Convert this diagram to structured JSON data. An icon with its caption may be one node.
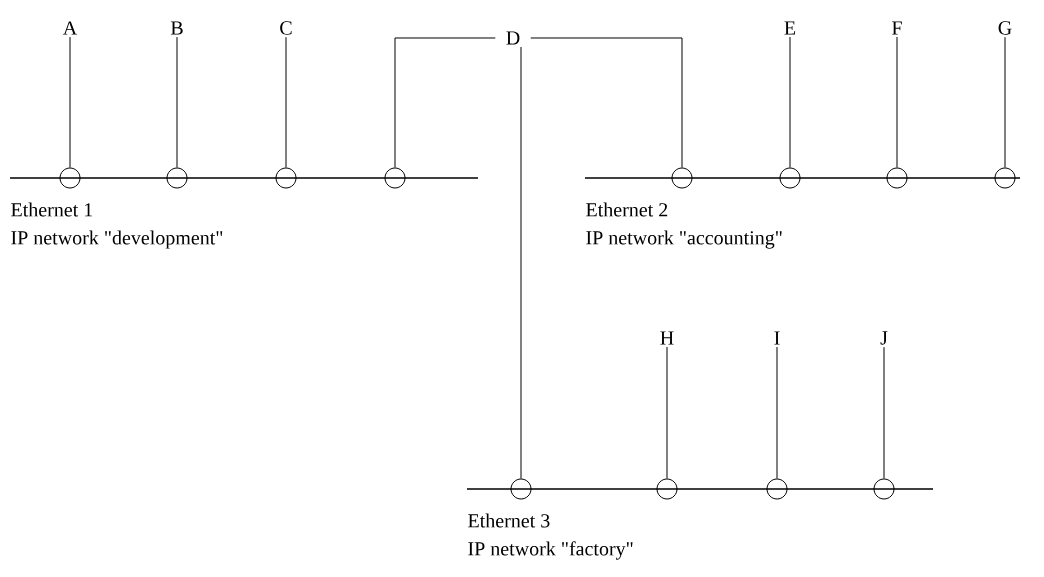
{
  "diagram": {
    "nodes": [
      {
        "text": [
          "A"
        ]
      },
      {
        "text": [
          "B"
        ]
      },
      {
        "text": [
          "C"
        ]
      },
      {
        "text": [
          "D"
        ]
      },
      {
        "text": [
          "E"
        ]
      },
      {
        "text": [
          "F"
        ]
      },
      {
        "text": [
          "G"
        ]
      },
      {
        "text": [
          "Ethernet 1",
          "IP network \"development\""
        ]
      },
      {
        "text": [],
        "shape": "circle"
      },
      {
        "text": [],
        "shape": "circle"
      },
      {
        "text": [],
        "shape": "circle"
      },
      {
        "text": [],
        "shape": "circle"
      },
      {
        "text": [
          "Ethernet 2",
          "IP network \"accounting\""
        ]
      },
      {
        "text": [],
        "shape": "circle"
      },
      {
        "text": [],
        "shape": "circle"
      },
      {
        "text": [],
        "shape": "circle"
      },
      {
        "text": [],
        "shape": "circle"
      },
      {
        "text": [
          "H"
        ]
      },
      {
        "text": [
          "I"
        ]
      },
      {
        "text": [
          "J"
        ]
      },
      {
        "text": [
          "Ethernet 3",
          "IP network \"factory\""
        ]
      },
      {
        "text": [],
        "shape": "circle"
      },
      {
        "text": [],
        "shape": "circle"
      },
      {
        "text": [],
        "shape": "circle"
      },
      {
        "text": [],
        "shape": "circle"
      }
    ],
    "edges": [
      {
        "from": 0,
        "to": 8,
        "arrow": "none"
      },
      {
        "from": 1,
        "to": 9,
        "arrow": "none"
      },
      {
        "from": 2,
        "to": 10,
        "arrow": "none"
      },
      {
        "from": 3,
        "to": 11,
        "arrow": "none"
      },
      {
        "from": 3,
        "to": 13,
        "arrow": "none"
      },
      {
        "from": 3,
        "to": 21,
        "arrow": "none"
      },
      {
        "from": 4,
        "to": 14,
        "arrow": "none"
      },
      {
        "from": 5,
        "to": 15,
        "arrow": "none"
      },
      {
        "from": 6,
        "to": 16,
        "arrow": "none"
      },
      {
        "from": 17,
        "to": 22,
        "arrow": "none"
      },
      {
        "from": 18,
        "to": 23,
        "arrow": "none"
      },
      {
        "from": 19,
        "to": 24,
        "arrow": "none"
      }
    ]
  }
}
